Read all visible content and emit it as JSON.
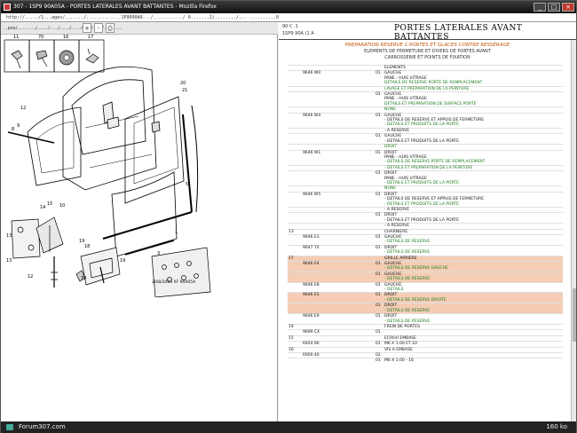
{
  "window": {
    "title": "307 - 1SP9 90A05A - PORTES LATERALES AVANT BATTANTES - Mozilla Firefox",
    "url": "http://...../1...ages/......./.............1P9090A0.../.........../ 0.......1)......../... ..........0"
  },
  "left": {
    "toolbar_text": "...pos/............./......../....../......./.......4...../.....1/.............",
    "zoom_in_label": "+",
    "zoom_out_label": "-",
    "diagram": {
      "callouts": [
        "11",
        "70",
        "16",
        "17",
        "12",
        "20",
        "21",
        "9",
        "8",
        "1",
        "14",
        "15",
        "10",
        "13",
        "18",
        "19",
        "13",
        "19",
        "12",
        "70",
        "3",
        "5"
      ],
      "ref_label": "20/8/2004   XF 90A05A"
    }
  },
  "right": {
    "header_code": "90   C   .1",
    "header_sub": "1SP9 90A   (1 A",
    "title": "PORTES LATERALES AVANT BATTANTES",
    "note1": "PREPARATION RESERVE 1 PORTES ET GLACES CONTRE RESSERAGE",
    "note2a": "ELEMENTS DE FERMETURE ET DIVERS DE PORTES AVANT",
    "note2b": "CARROSSERIE ET POINTS DE FIXATION",
    "rows": [
      {
        "ref": "",
        "pn": "",
        "qt": "",
        "main": "ELEMENTS",
        "sub": "",
        "note": "",
        "hl": false
      },
      {
        "ref": "",
        "pn": "9646 W0",
        "qt": "01",
        "main": "GAUCHE",
        "sub": "PANE - HUIS VITRAGE",
        "note": "DETAILS DE RESERVE PORTE DE REMPLACEMENT",
        "hl": false
      },
      {
        "ref": "",
        "pn": "",
        "qt": "",
        "main": "",
        "sub": "",
        "note": "LAVAGE ET PREPARATION DE LA PEINTURE",
        "hl": false
      },
      {
        "ref": "",
        "pn": "",
        "qt": "01",
        "main": "GAUCHE",
        "sub": "PANE - HUIS VITRAGE",
        "note": "DETAILS ET PREPARATION DE SURFACE PORTE",
        "hl": false
      },
      {
        "ref": "",
        "pn": "",
        "qt": "",
        "main": "",
        "sub": "",
        "note": "NONE",
        "hl": false
      },
      {
        "ref": "",
        "pn": "9646 W4",
        "qt": "01",
        "main": "GAUCHE",
        "sub": "- DETAILS DE RESERVE ET APPUIS DE FERMETURE",
        "note": "- DETAILS ET PRODUITS DE LA PORTE",
        "hl": false
      },
      {
        "ref": "",
        "pn": "",
        "qt": "",
        "main": "",
        "sub": "- A RESERVE",
        "note": "",
        "hl": false
      },
      {
        "ref": "",
        "pn": "",
        "qt": "01",
        "main": "GAUCHE",
        "sub": "- DETAILS ET PRODUITS DE LA PORTE",
        "note": "",
        "hl": false
      },
      {
        "ref": "",
        "pn": "",
        "qt": "",
        "main": "",
        "sub": "",
        "note": "DROIT",
        "hl": false
      },
      {
        "ref": "",
        "pn": "9646 W1",
        "qt": "01",
        "main": "DROIT",
        "sub": "PANE - HUIS VITRAGE",
        "note": "- DETAILS DE RESERVE PORTE DE REMPLACEMENT",
        "hl": false
      },
      {
        "ref": "",
        "pn": "",
        "qt": "",
        "main": "",
        "sub": "",
        "note": "- DETAILS ET PREPARATION DE LA PEINTURE",
        "hl": false
      },
      {
        "ref": "",
        "pn": "",
        "qt": "01",
        "main": "DROIT",
        "sub": "PANE - HUIS VITRAGE",
        "note": "- DETAILS ET PRODUITS DE LA PORTE",
        "hl": false
      },
      {
        "ref": "",
        "pn": "",
        "qt": "",
        "main": "",
        "sub": "",
        "note": "NONE",
        "hl": false
      },
      {
        "ref": "",
        "pn": "9646 W5",
        "qt": "01",
        "main": "DROIT",
        "sub": "- DETAILS DE RESERVE ET APPUIS DE FERMETURE",
        "note": "- DETAILS ET PRODUITS DE LA PORTE",
        "hl": false
      },
      {
        "ref": "",
        "pn": "",
        "qt": "",
        "main": "",
        "sub": "- A RESERVE",
        "note": "",
        "hl": false
      },
      {
        "ref": "",
        "pn": "",
        "qt": "01",
        "main": "DROIT",
        "sub": "- DETAILS ET PRODUITS DE LA PORTE",
        "note": "",
        "hl": false
      },
      {
        "ref": "",
        "pn": "",
        "qt": "",
        "main": "",
        "sub": "- A RESERVE",
        "note": "",
        "hl": false
      },
      {
        "ref": "13",
        "pn": "",
        "qt": "",
        "main": "CHARNIERE",
        "sub": "",
        "note": "",
        "hl": false
      },
      {
        "ref": "",
        "pn": "9646 E3",
        "qt": "01",
        "main": "GAUCHE",
        "sub": "",
        "note": "- DETAILS DE RESERVE",
        "hl": false
      },
      {
        "ref": "",
        "pn": "9647 T4",
        "qt": "01",
        "main": "DROIT",
        "sub": "",
        "note": "- DETAILS DE RESERVE",
        "hl": false
      },
      {
        "ref": "17",
        "pn": "",
        "qt": "",
        "main": "GRILLE ARRIERE",
        "sub": "",
        "note": "",
        "hl": true
      },
      {
        "ref": "",
        "pn": "9646 E4",
        "qt": "01",
        "main": "GAUCHE",
        "sub": "",
        "note": "- DETAILS DE RESERVE GAUCHE",
        "hl": true
      },
      {
        "ref": "",
        "pn": "",
        "qt": "01",
        "main": "GAUCHE",
        "sub": "",
        "note": "- DETAILS DE RESERVE",
        "hl": true
      },
      {
        "ref": "",
        "pn": "9646 E8",
        "qt": "01",
        "main": "GAUCHE",
        "sub": "",
        "note": "- DETAILS",
        "hl": false
      },
      {
        "ref": "",
        "pn": "9646 E5",
        "qt": "01",
        "main": "DROIT",
        "sub": "",
        "note": "- DETAILS DE RESERVE DROITE",
        "hl": true
      },
      {
        "ref": "",
        "pn": "",
        "qt": "01",
        "main": "DROIT",
        "sub": "",
        "note": "- DETAILS DE RESERVE",
        "hl": true
      },
      {
        "ref": "",
        "pn": "9646 E9",
        "qt": "01",
        "main": "DROIT",
        "sub": "",
        "note": "- DETAILS DE RESERVE",
        "hl": false
      },
      {
        "ref": "14",
        "pn": "",
        "qt": "",
        "main": "FREIN DE PORTES",
        "sub": "",
        "note": "",
        "hl": false
      },
      {
        "ref": "",
        "pn": "9699 CX",
        "qt": "01",
        "main": "",
        "sub": "",
        "note": "",
        "hl": false
      },
      {
        "ref": "15",
        "pn": "",
        "qt": "",
        "main": "ECROU EMBASE",
        "sub": "",
        "note": "",
        "hl": false
      },
      {
        "ref": "",
        "pn": "6924 90",
        "qt": "01",
        "main": "M6 X 1.00 ET 10",
        "sub": "",
        "note": "",
        "hl": false
      },
      {
        "ref": "16",
        "pn": "",
        "qt": "",
        "main": "VIS A EMBASE",
        "sub": "",
        "note": "",
        "hl": false
      },
      {
        "ref": "",
        "pn": "6900 40",
        "qt": "02",
        "main": "",
        "sub": "",
        "note": "",
        "hl": false
      },
      {
        "ref": "",
        "pn": "",
        "qt": "01",
        "main": "M6 X 1.00 - 16",
        "sub": "",
        "note": "",
        "hl": false
      }
    ]
  },
  "status": {
    "site": "Forum307.com",
    "size": "160 ko"
  }
}
